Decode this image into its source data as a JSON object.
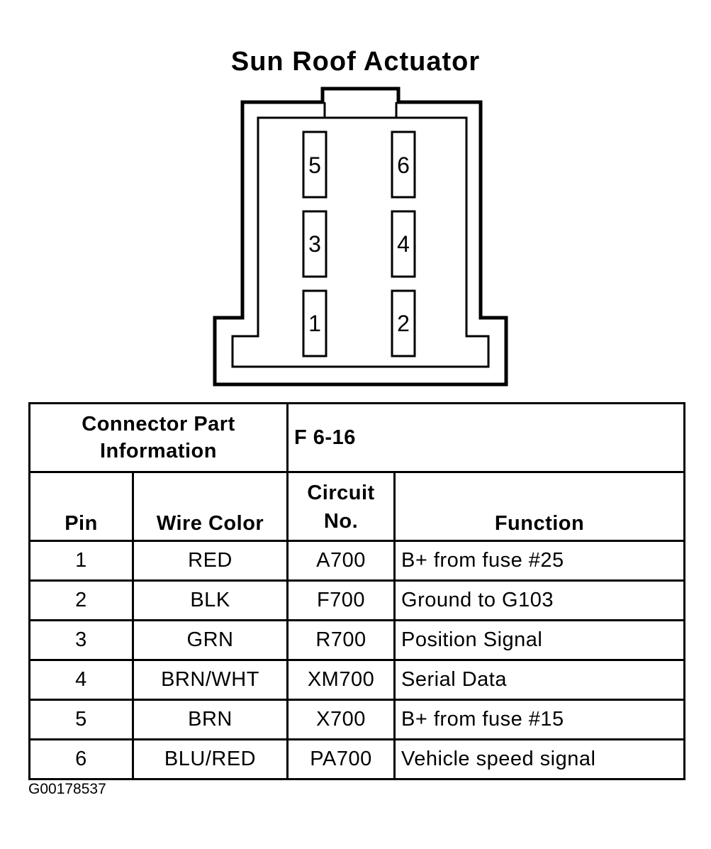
{
  "title": "Sun Roof Actuator",
  "connector": {
    "pins": [
      "5",
      "6",
      "3",
      "4",
      "1",
      "2"
    ]
  },
  "table": {
    "part_info_label_line1": "Connector Part",
    "part_info_label_line2": "Information",
    "part_number": "F 6-16",
    "headers": {
      "pin": "Pin",
      "wire_color": "Wire Color",
      "circuit_line1": "Circuit",
      "circuit_line2": "No.",
      "function": "Function"
    },
    "rows": [
      {
        "pin": "1",
        "color": "RED",
        "circuit": "A700",
        "function": "B+ from fuse #25"
      },
      {
        "pin": "2",
        "color": "BLK",
        "circuit": "F700",
        "function": "Ground to G103"
      },
      {
        "pin": "3",
        "color": "GRN",
        "circuit": "R700",
        "function": "Position Signal"
      },
      {
        "pin": "4",
        "color": "BRN/WHT",
        "circuit": "XM700",
        "function": "Serial Data"
      },
      {
        "pin": "5",
        "color": "BRN",
        "circuit": "X700",
        "function": "B+ from fuse #15"
      },
      {
        "pin": "6",
        "color": "BLU/RED",
        "circuit": "PA700",
        "function": "Vehicle speed signal"
      }
    ]
  },
  "figure_id": "G00178537"
}
